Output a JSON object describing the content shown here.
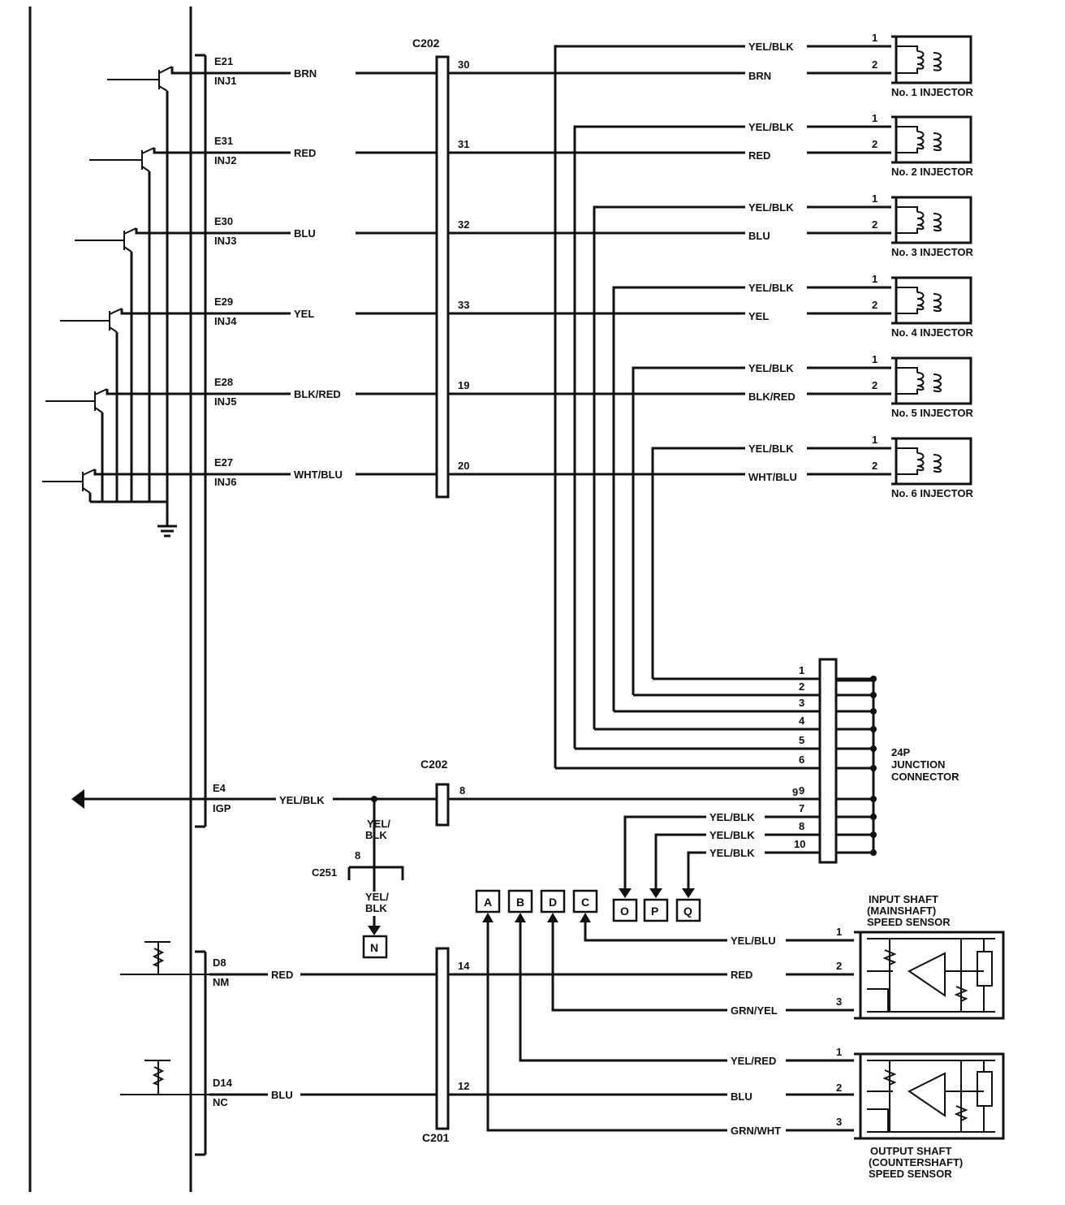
{
  "ecm_pins": [
    {
      "code": "E21",
      "name": "INJ1",
      "color": "BRN",
      "c202_pin": "30"
    },
    {
      "code": "E31",
      "name": "INJ2",
      "color": "RED",
      "c202_pin": "31"
    },
    {
      "code": "E30",
      "name": "INJ3",
      "color": "BLU",
      "c202_pin": "32"
    },
    {
      "code": "E29",
      "name": "INJ4",
      "color": "YEL",
      "c202_pin": "33"
    },
    {
      "code": "E28",
      "name": "INJ5",
      "color": "BLK/RED",
      "c202_pin": "19"
    },
    {
      "code": "E27",
      "name": "INJ6",
      "color": "WHT/BLU",
      "c202_pin": "20"
    }
  ],
  "injectors": [
    {
      "label": "No. 1 INJECTOR",
      "feed_color": "YEL/BLK",
      "signal_color": "BRN",
      "pin1": "1",
      "pin2": "2"
    },
    {
      "label": "No. 2 INJECTOR",
      "feed_color": "YEL/BLK",
      "signal_color": "RED",
      "pin1": "1",
      "pin2": "2"
    },
    {
      "label": "No. 3 INJECTOR",
      "feed_color": "YEL/BLK",
      "signal_color": "BLU",
      "pin1": "1",
      "pin2": "2"
    },
    {
      "label": "No. 4 INJECTOR",
      "feed_color": "YEL/BLK",
      "signal_color": "YEL",
      "pin1": "1",
      "pin2": "2"
    },
    {
      "label": "No. 5 INJECTOR",
      "feed_color": "YEL/BLK",
      "signal_color": "BLK/RED",
      "pin1": "1",
      "pin2": "2"
    },
    {
      "label": "No. 6 INJECTOR",
      "feed_color": "YEL/BLK",
      "signal_color": "WHT/BLU",
      "pin1": "1",
      "pin2": "2"
    }
  ],
  "c202_label_top": "C202",
  "c202_label_bottom": "C202",
  "c201_label": "C201",
  "c251": {
    "label": "C251",
    "pin": "8"
  },
  "igp": {
    "code": "E4",
    "name": "IGP",
    "color": "YEL/BLK",
    "c202_pin": "8",
    "junction_pin": "9",
    "branch_color_top": [
      "YEL/",
      "BLK"
    ],
    "branch_color_bottom": [
      "YEL/",
      "BLK"
    ],
    "branch_dest": "N"
  },
  "junction_connector": {
    "label": [
      "24P",
      "JUNCTION",
      "CONNECTOR"
    ],
    "pins": [
      "1",
      "2",
      "3",
      "4",
      "5",
      "6",
      "9",
      "7",
      "8",
      "10"
    ]
  },
  "junction_outputs": [
    {
      "color": "YEL/BLK",
      "pin": "7",
      "dest": "O"
    },
    {
      "color": "YEL/BLK",
      "pin": "8",
      "dest": "P"
    },
    {
      "color": "YEL/BLK",
      "pin": "10",
      "dest": "Q"
    }
  ],
  "ground_refs": [
    "A",
    "B",
    "D",
    "C"
  ],
  "speed_pins": [
    {
      "code": "D8",
      "name": "NM",
      "color": "RED",
      "c201_pin": "14"
    },
    {
      "code": "D14",
      "name": "NC",
      "color": "BLU",
      "c201_pin": "12"
    }
  ],
  "input_sensor": {
    "label": [
      "INPUT SHAFT",
      "(MAINSHAFT)",
      "SPEED SENSOR"
    ],
    "wires": [
      {
        "color": "YEL/BLU",
        "pin": "1"
      },
      {
        "color": "RED",
        "pin": "2"
      },
      {
        "color": "GRN/YEL",
        "pin": "3"
      }
    ]
  },
  "output_sensor": {
    "label": [
      "OUTPUT SHAFT",
      "(COUNTERSHAFT)",
      "SPEED SENSOR"
    ],
    "wires": [
      {
        "color": "YEL/RED",
        "pin": "1"
      },
      {
        "color": "BLU",
        "pin": "2"
      },
      {
        "color": "GRN/WHT",
        "pin": "3"
      }
    ]
  }
}
